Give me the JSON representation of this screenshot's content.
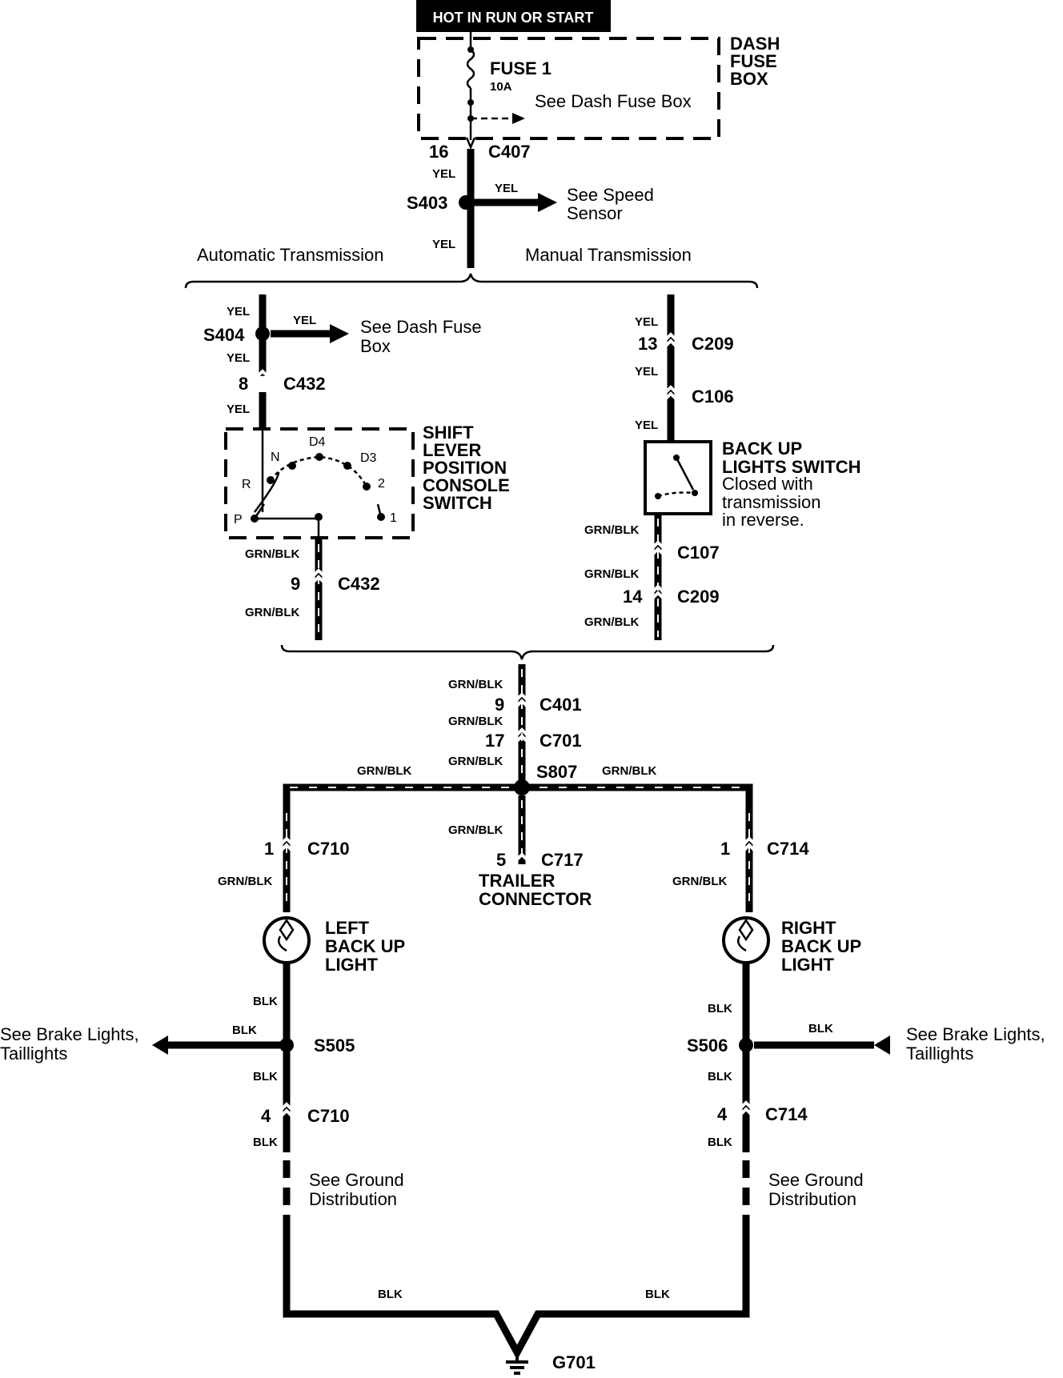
{
  "power_banner": "HOT IN RUN OR START",
  "dash_fuse_box": {
    "title": [
      "DASH",
      "FUSE",
      "BOX"
    ],
    "fuse_label": "FUSE 1",
    "fuse_rating": "10A",
    "ref": "See Dash Fuse Box"
  },
  "top": {
    "c407_pin": "16",
    "c407": "C407",
    "s403": "S403",
    "speed_ref": [
      "See Speed",
      "Sensor"
    ],
    "auto_label": "Automatic Transmission",
    "manual_label": "Manual Transmission"
  },
  "auto": {
    "s404": "S404",
    "dash_ref": [
      "See Dash Fuse",
      "Box"
    ],
    "c432_top_pin": "8",
    "c432_top": "C432",
    "switch_title": [
      "SHIFT",
      "LEVER",
      "POSITION",
      "CONSOLE",
      "SWITCH"
    ],
    "positions": [
      "P",
      "R",
      "N",
      "D4",
      "D3",
      "2",
      "1"
    ],
    "c432_bot_pin": "9",
    "c432_bot": "C432"
  },
  "manual": {
    "c209_top_pin": "13",
    "c209_top": "C209",
    "c106": "C106",
    "switch_title": [
      "BACK UP",
      "LIGHTS SWITCH"
    ],
    "switch_note": [
      "Closed with",
      "transmission",
      "in reverse."
    ],
    "c107": "C107",
    "c209_bot_pin": "14",
    "c209_bot": "C209"
  },
  "mid": {
    "c401_pin": "9",
    "c401": "C401",
    "c701_pin": "17",
    "c701": "C701",
    "s807": "S807",
    "c717_pin": "5",
    "c717": "C717",
    "trailer": [
      "TRAILER",
      "CONNECTOR"
    ]
  },
  "left": {
    "c710_pin": "1",
    "c710": "C710",
    "light": [
      "LEFT",
      "BACK UP",
      "LIGHT"
    ],
    "brake_ref": [
      "See Brake Lights,",
      "Taillights"
    ],
    "s505": "S505",
    "c710_b_pin": "4",
    "c710_b": "C710",
    "ground_ref": [
      "See Ground",
      "Distribution"
    ]
  },
  "right": {
    "c714_pin": "1",
    "c714": "C714",
    "light": [
      "RIGHT",
      "BACK UP",
      "LIGHT"
    ],
    "brake_ref": [
      "See Brake Lights,",
      "Taillights"
    ],
    "s506": "S506",
    "c714_b_pin": "4",
    "c714_b": "C714",
    "ground_ref": [
      "See Ground",
      "Distribution"
    ]
  },
  "ground": "G701",
  "wire_colors": {
    "yel": "YEL",
    "grn_blk": "GRN/BLK",
    "blk": "BLK"
  }
}
